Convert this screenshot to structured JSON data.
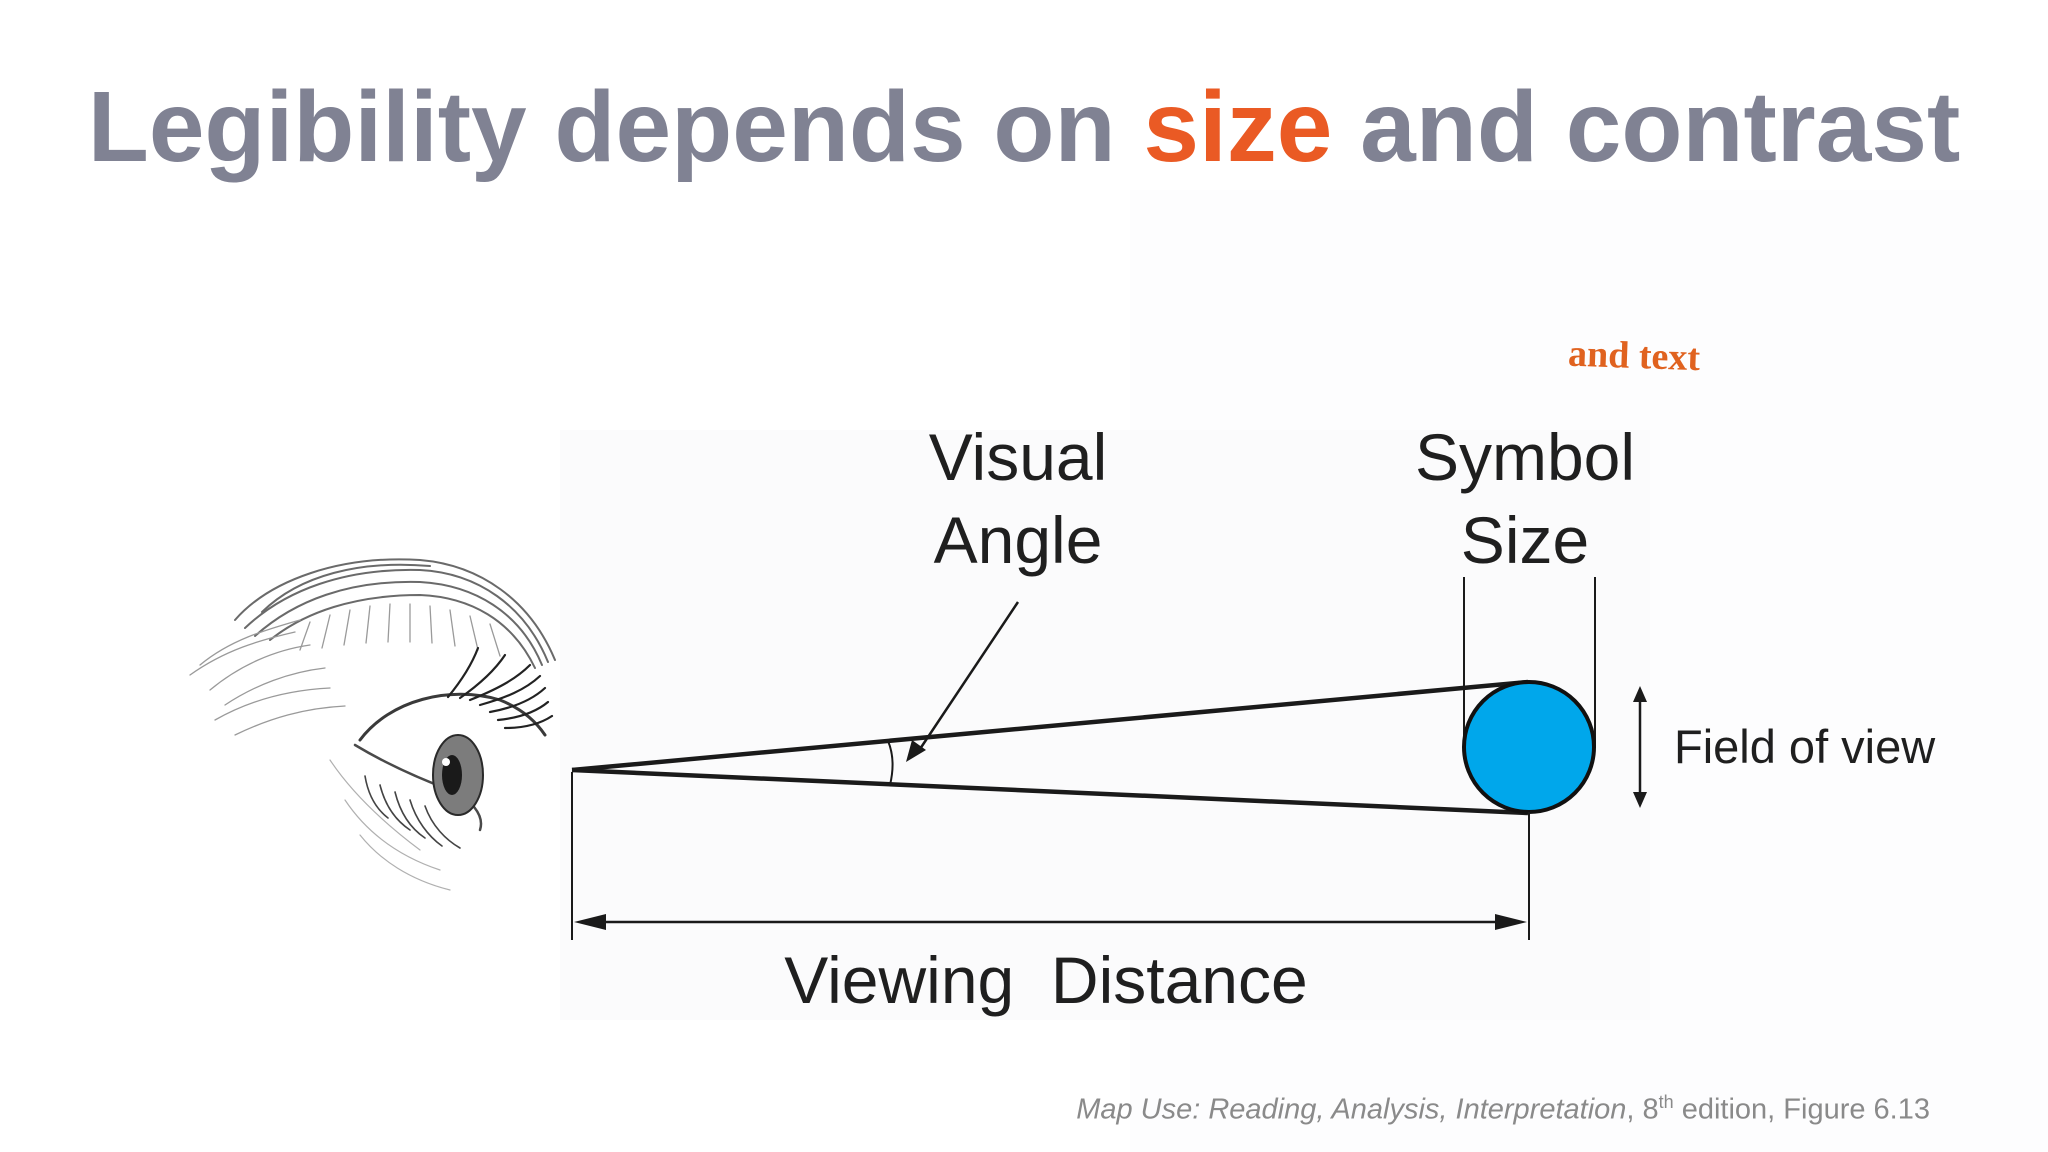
{
  "slide": {
    "title": {
      "part1": "Legibility depends on ",
      "highlight": "size",
      "part2": " and contrast"
    },
    "annotation": "and text",
    "colors": {
      "title_gray": "#808293",
      "accent_orange": "#ea5a24",
      "symbol_blue": "#00a7eb"
    }
  },
  "diagram": {
    "visual_angle_line1": "Visual",
    "visual_angle_line2": "Angle",
    "symbol_size_line1": "Symbol",
    "symbol_size_line2": "Size",
    "field_of_view": "Field of view",
    "viewing_distance": "Viewing  Distance",
    "eye_icon": "eye-sketch"
  },
  "citation": {
    "title": "Map Use: Reading, Analysis, Interpretation",
    "edition_num": ", 8",
    "edition_sup": "th",
    "edition_rest": " edition, Figure 6.13"
  }
}
